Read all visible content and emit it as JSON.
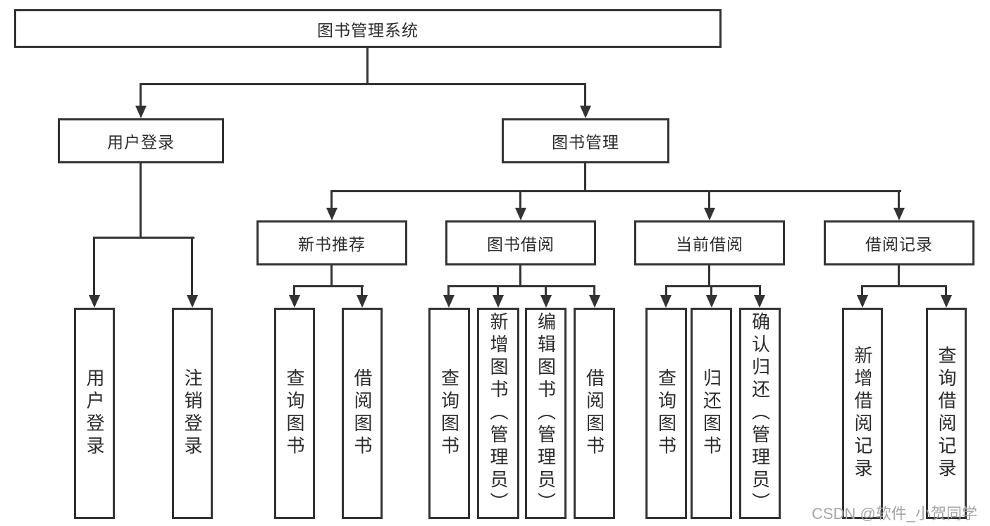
{
  "colors": {
    "line": "#333333",
    "text": "#2b2b2b",
    "watermark": "#a6a6a6",
    "background": "#ffffff"
  },
  "tree": {
    "root": {
      "label": "图书管理系统"
    },
    "branches": [
      {
        "label": "用户登录",
        "children": [
          {
            "label": "用户登录"
          },
          {
            "label": "注销登录"
          }
        ]
      },
      {
        "label": "图书管理",
        "children": [
          {
            "label": "新书推荐",
            "children": [
              {
                "label": "查询图书"
              },
              {
                "label": "借阅图书"
              }
            ]
          },
          {
            "label": "图书借阅",
            "children": [
              {
                "label": "查询图书"
              },
              {
                "label": "新增图书（管理员）"
              },
              {
                "label": "编辑图书（管理员）"
              },
              {
                "label": "借阅图书"
              }
            ]
          },
          {
            "label": "当前借阅",
            "children": [
              {
                "label": "查询图书"
              },
              {
                "label": "归还图书"
              },
              {
                "label": "确认归还（管理员）"
              }
            ]
          },
          {
            "label": "借阅记录",
            "children": [
              {
                "label": "新增借阅记录"
              },
              {
                "label": "查询借阅记录"
              }
            ]
          }
        ]
      }
    ]
  },
  "watermark": "CSDN @软件_小贺同学"
}
